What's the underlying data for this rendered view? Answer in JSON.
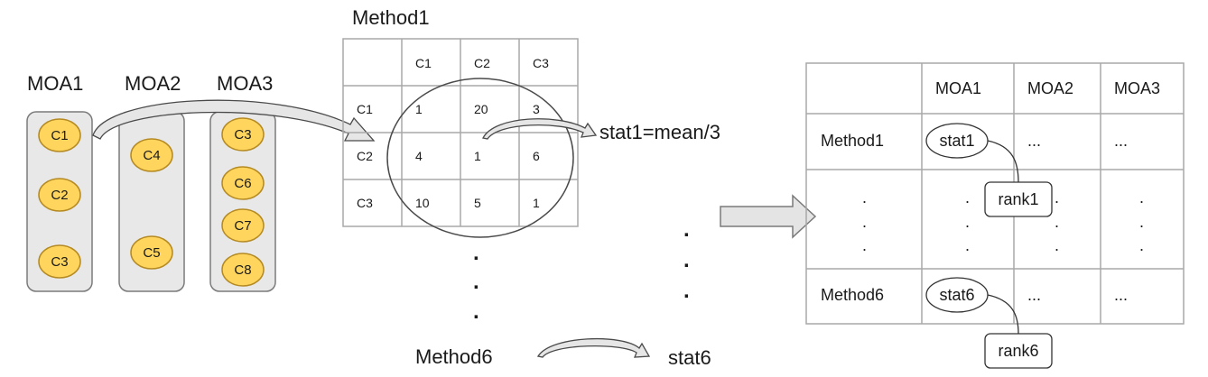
{
  "moa_groups": [
    {
      "label": "MOA1",
      "compounds": [
        "C1",
        "C2",
        "C3"
      ]
    },
    {
      "label": "MOA2",
      "compounds": [
        "C4",
        "C5"
      ]
    },
    {
      "label": "MOA3",
      "compounds": [
        "C3",
        "C6",
        "C7",
        "C8"
      ]
    }
  ],
  "method_matrix": {
    "title": "Method1",
    "col_headers": [
      "C1",
      "C2",
      "C3"
    ],
    "rows": [
      {
        "label": "C1",
        "values": [
          "1",
          "20",
          "3"
        ]
      },
      {
        "label": "C2",
        "values": [
          "4",
          "1",
          "6"
        ]
      },
      {
        "label": "C3",
        "values": [
          "10",
          "5",
          "1"
        ]
      }
    ]
  },
  "stat_formula": "stat1=mean/3",
  "method6_label": "Method6",
  "stat6_label": "stat6",
  "ellipsis_dot": ".",
  "summary_table": {
    "col_headers": [
      "MOA1",
      "MOA2",
      "MOA3"
    ],
    "row1": {
      "label": "Method1",
      "stat": "stat1",
      "rank": "rank1",
      "other": [
        "...",
        "..."
      ]
    },
    "row6": {
      "label": "Method6",
      "stat": "stat6",
      "rank": "rank6",
      "other": [
        "...",
        "..."
      ]
    }
  }
}
